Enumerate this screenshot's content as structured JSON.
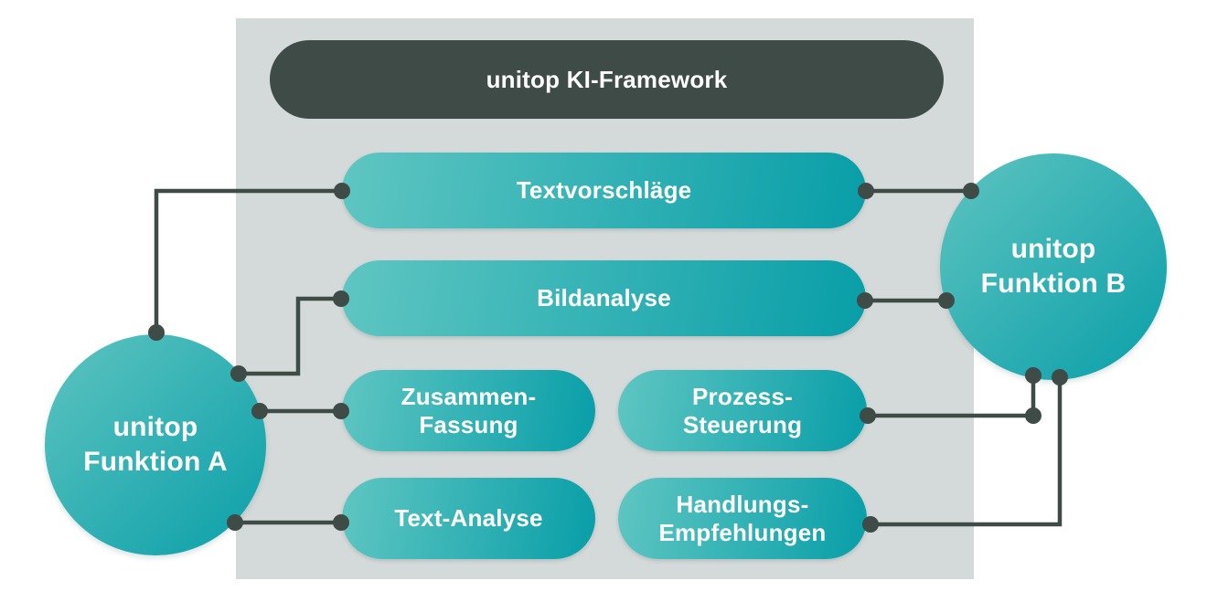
{
  "framework": {
    "title": "unitop KI-Framework"
  },
  "modules": [
    {
      "id": "textvorschlaege",
      "label": "Textvorschläge"
    },
    {
      "id": "bildanalyse",
      "label": "Bildanalyse"
    },
    {
      "id": "zusammenfassung",
      "label": "Zusammen-\nFassung"
    },
    {
      "id": "prozesssteuerung",
      "label": "Prozess-\nSteuerung"
    },
    {
      "id": "textanalyse",
      "label": "Text-Analyse"
    },
    {
      "id": "handlungsempfehlungen",
      "label": "Handlungs-\nEmpfehlungen"
    }
  ],
  "functions": [
    {
      "id": "funktion-a",
      "label": "unitop\nFunktion A"
    },
    {
      "id": "funktion-b",
      "label": "unitop\nFunktion B"
    }
  ],
  "connections": [
    {
      "from": "unitop Funktion A",
      "to": "Textvorschläge"
    },
    {
      "from": "unitop Funktion A",
      "to": "Bildanalyse"
    },
    {
      "from": "unitop Funktion A",
      "to": "Zusammen-Fassung"
    },
    {
      "from": "unitop Funktion A",
      "to": "Text-Analyse"
    },
    {
      "from": "unitop Funktion B",
      "to": "Textvorschläge"
    },
    {
      "from": "unitop Funktion B",
      "to": "Bildanalyse"
    },
    {
      "from": "unitop Funktion B",
      "to": "Prozess-Steuerung"
    },
    {
      "from": "unitop Funktion B",
      "to": "Handlungs-Empfehlungen"
    }
  ],
  "colors": {
    "background": "#ffffff",
    "panel": "#d4d9d9",
    "dark": "#3e4b47",
    "teal_light": "#5fc6c2",
    "teal_dark": "#089ea8",
    "text": "#ffffff"
  }
}
